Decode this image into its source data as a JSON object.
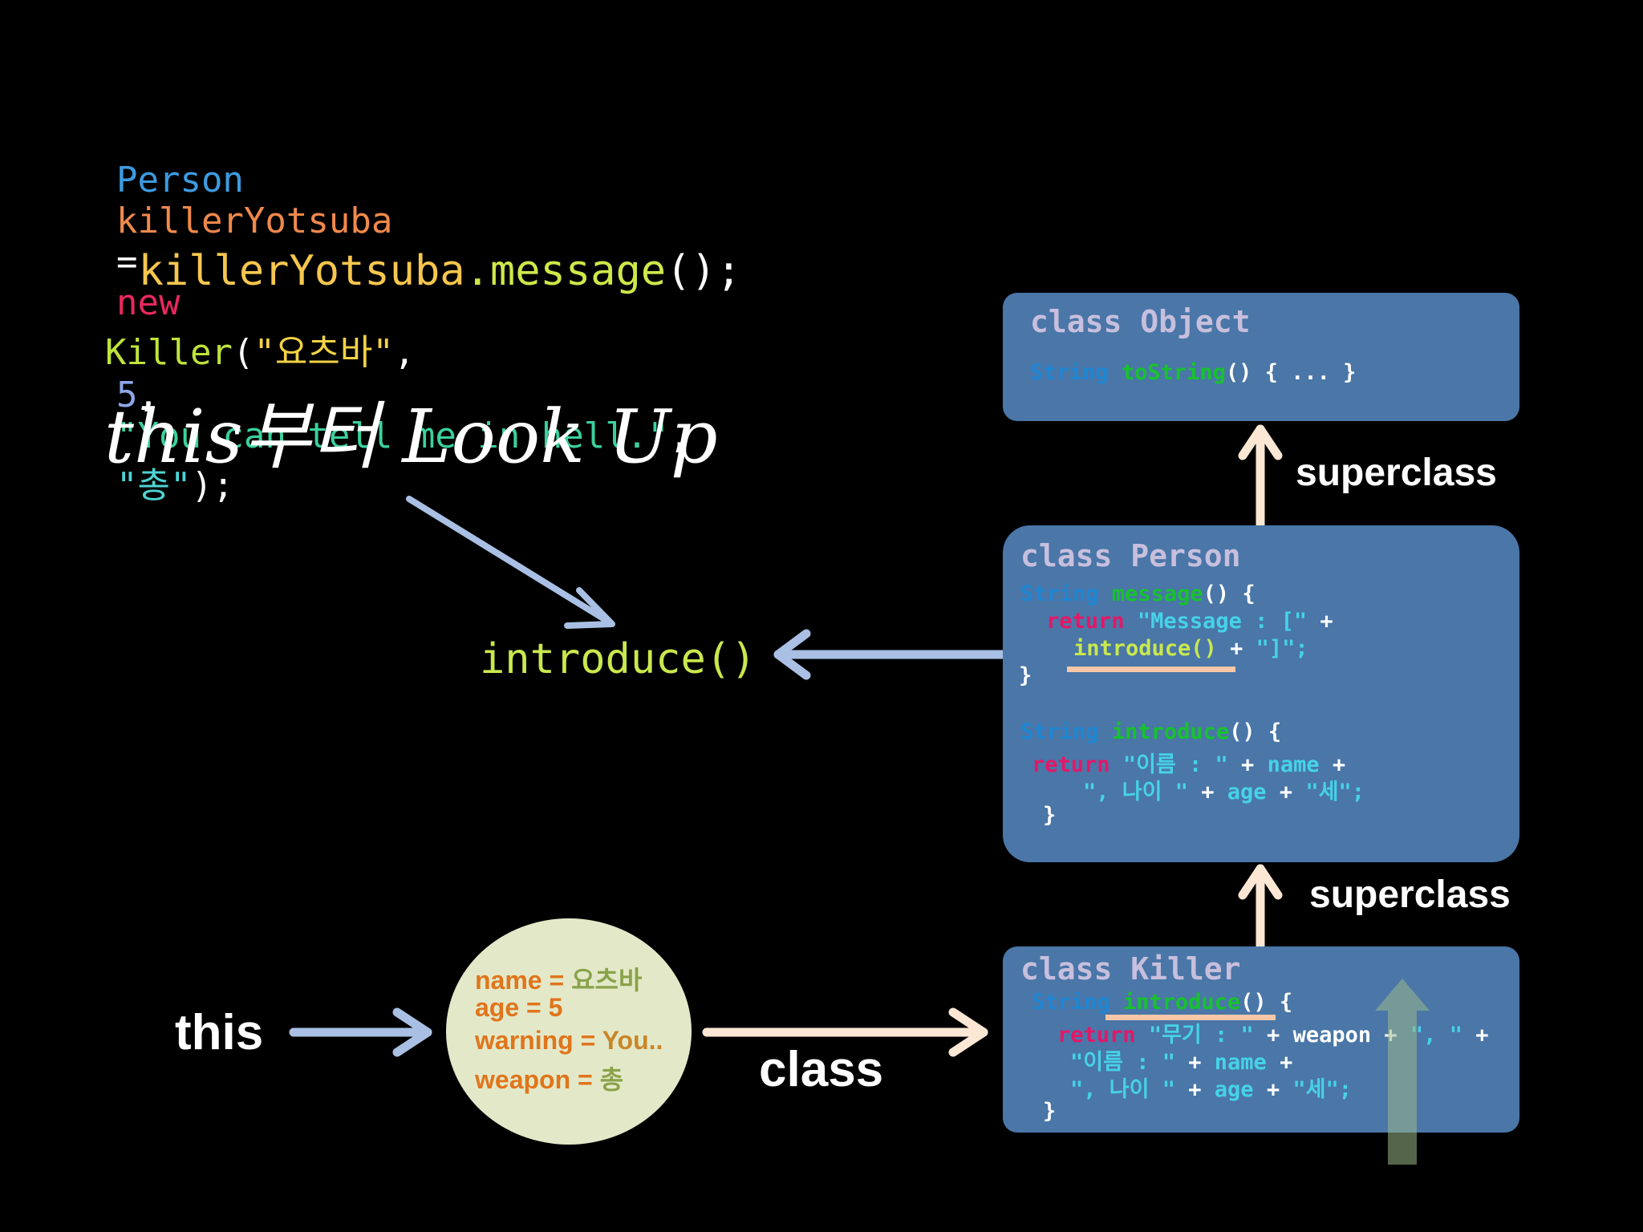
{
  "code": {
    "line1": {
      "type": "Person",
      "var": "killerYotsuba",
      "eq": "=",
      "new_kw": "new",
      "cls": "Killer",
      "open": "(",
      "arg1": "\"요츠바\"",
      "comma1": ",",
      "arg2": "5",
      "comma2": ",",
      "arg3": "\"You can tell me in hell.\"",
      "comma3": ",",
      "arg4": "\"총\"",
      "close": ");"
    },
    "line2": {
      "obj": "killerYotsuba",
      "call": ".message",
      "end": "();"
    }
  },
  "annotation": {
    "lookup_text": "this부터 Look Up",
    "introduce_call": "introduce()"
  },
  "labels": {
    "this": "this",
    "class": "class",
    "superclass_1": "superclass",
    "superclass_2": "superclass"
  },
  "instance": {
    "fields": [
      {
        "name": "name",
        "value": "요츠바"
      },
      {
        "name": "age",
        "value": "5"
      },
      {
        "name": "warning",
        "value": "You.."
      },
      {
        "name": "weapon",
        "value": "총"
      }
    ],
    "eq": "="
  },
  "object_box": {
    "title": "class Object",
    "l1_type": "String",
    "l1_fn": "toString",
    "l1_rest": "() { ... }"
  },
  "person_box": {
    "title": "class Person",
    "m1_type": "String",
    "m1_fn": "message",
    "m1_rest": "() {",
    "m1_ret": "return",
    "m1_str1": "\"Message : [\"",
    "m1_plus": "+",
    "m1_call": "introduce()",
    "m1_plus2": "+",
    "m1_str2": "\"]\";",
    "m1_close": "}",
    "m2_type": "String",
    "m2_fn": "introduce",
    "m2_rest": "() {",
    "m2_ret": "return",
    "m2_str1": "\"이름 : \"",
    "m2_plus1": "+",
    "m2_name": "name",
    "m2_plus2": "+",
    "m2_str2": "\", 나이 \"",
    "m2_plus3": "+",
    "m2_age": "age",
    "m2_plus4": "+",
    "m2_str3": "\"세\";",
    "m2_close": "}"
  },
  "killer_box": {
    "title": "class Killer",
    "m_type": "String",
    "m_fn": "introduce",
    "m_rest": "() {",
    "m_ret": "return",
    "m_str1": "\"무기 : \"",
    "m_plus1": "+",
    "m_weapon": "weapon",
    "m_plus2": "+",
    "m_str2": "\", \"",
    "m_plus3": "+",
    "m_str3": "\"이름 : \"",
    "m_plus4": "+",
    "m_name": "name",
    "m_plus5": "+",
    "m_str4": "\", 나이 \"",
    "m_plus6": "+",
    "m_age": "age",
    "m_plus7": "+",
    "m_str5": "\"세\";",
    "m_close": "}"
  },
  "colors": {
    "background": "#000000",
    "box": "#4a76a8",
    "arrow_blue": "#a9c0e4",
    "arrow_cream": "#fbe7d4",
    "underline": "#f7c7a8",
    "instance_circle": "#e3e9c8"
  }
}
